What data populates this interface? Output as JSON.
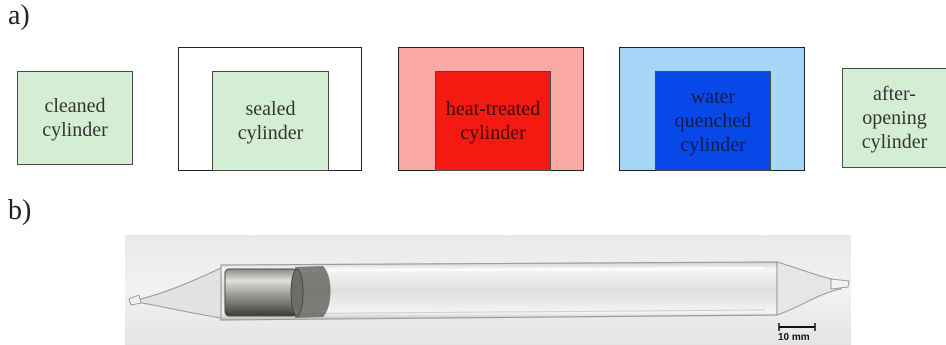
{
  "labels": {
    "panel_a": "a)",
    "panel_b": "b)"
  },
  "stages": [
    {
      "lines": [
        "cleaned",
        "cylinder"
      ]
    },
    {
      "lines": [
        "sealed",
        "cylinder"
      ]
    },
    {
      "lines": [
        "heat-treated",
        "cylinder"
      ]
    },
    {
      "lines": [
        "water",
        "quenched",
        "cylinder"
      ]
    },
    {
      "lines": [
        "after-",
        "opening",
        "cylinder"
      ]
    }
  ],
  "photo": {
    "scale_bar_label": "10 mm"
  },
  "colors": {
    "cylinder_green": "#d4eed3",
    "ampoule_white": "#ffffff",
    "furnace_pink": "#f9a8a4",
    "hot_cylinder_red": "#f41a12",
    "water_light_blue": "#a6d6f7",
    "quenched_cylinder_blue": "#0848e8"
  }
}
